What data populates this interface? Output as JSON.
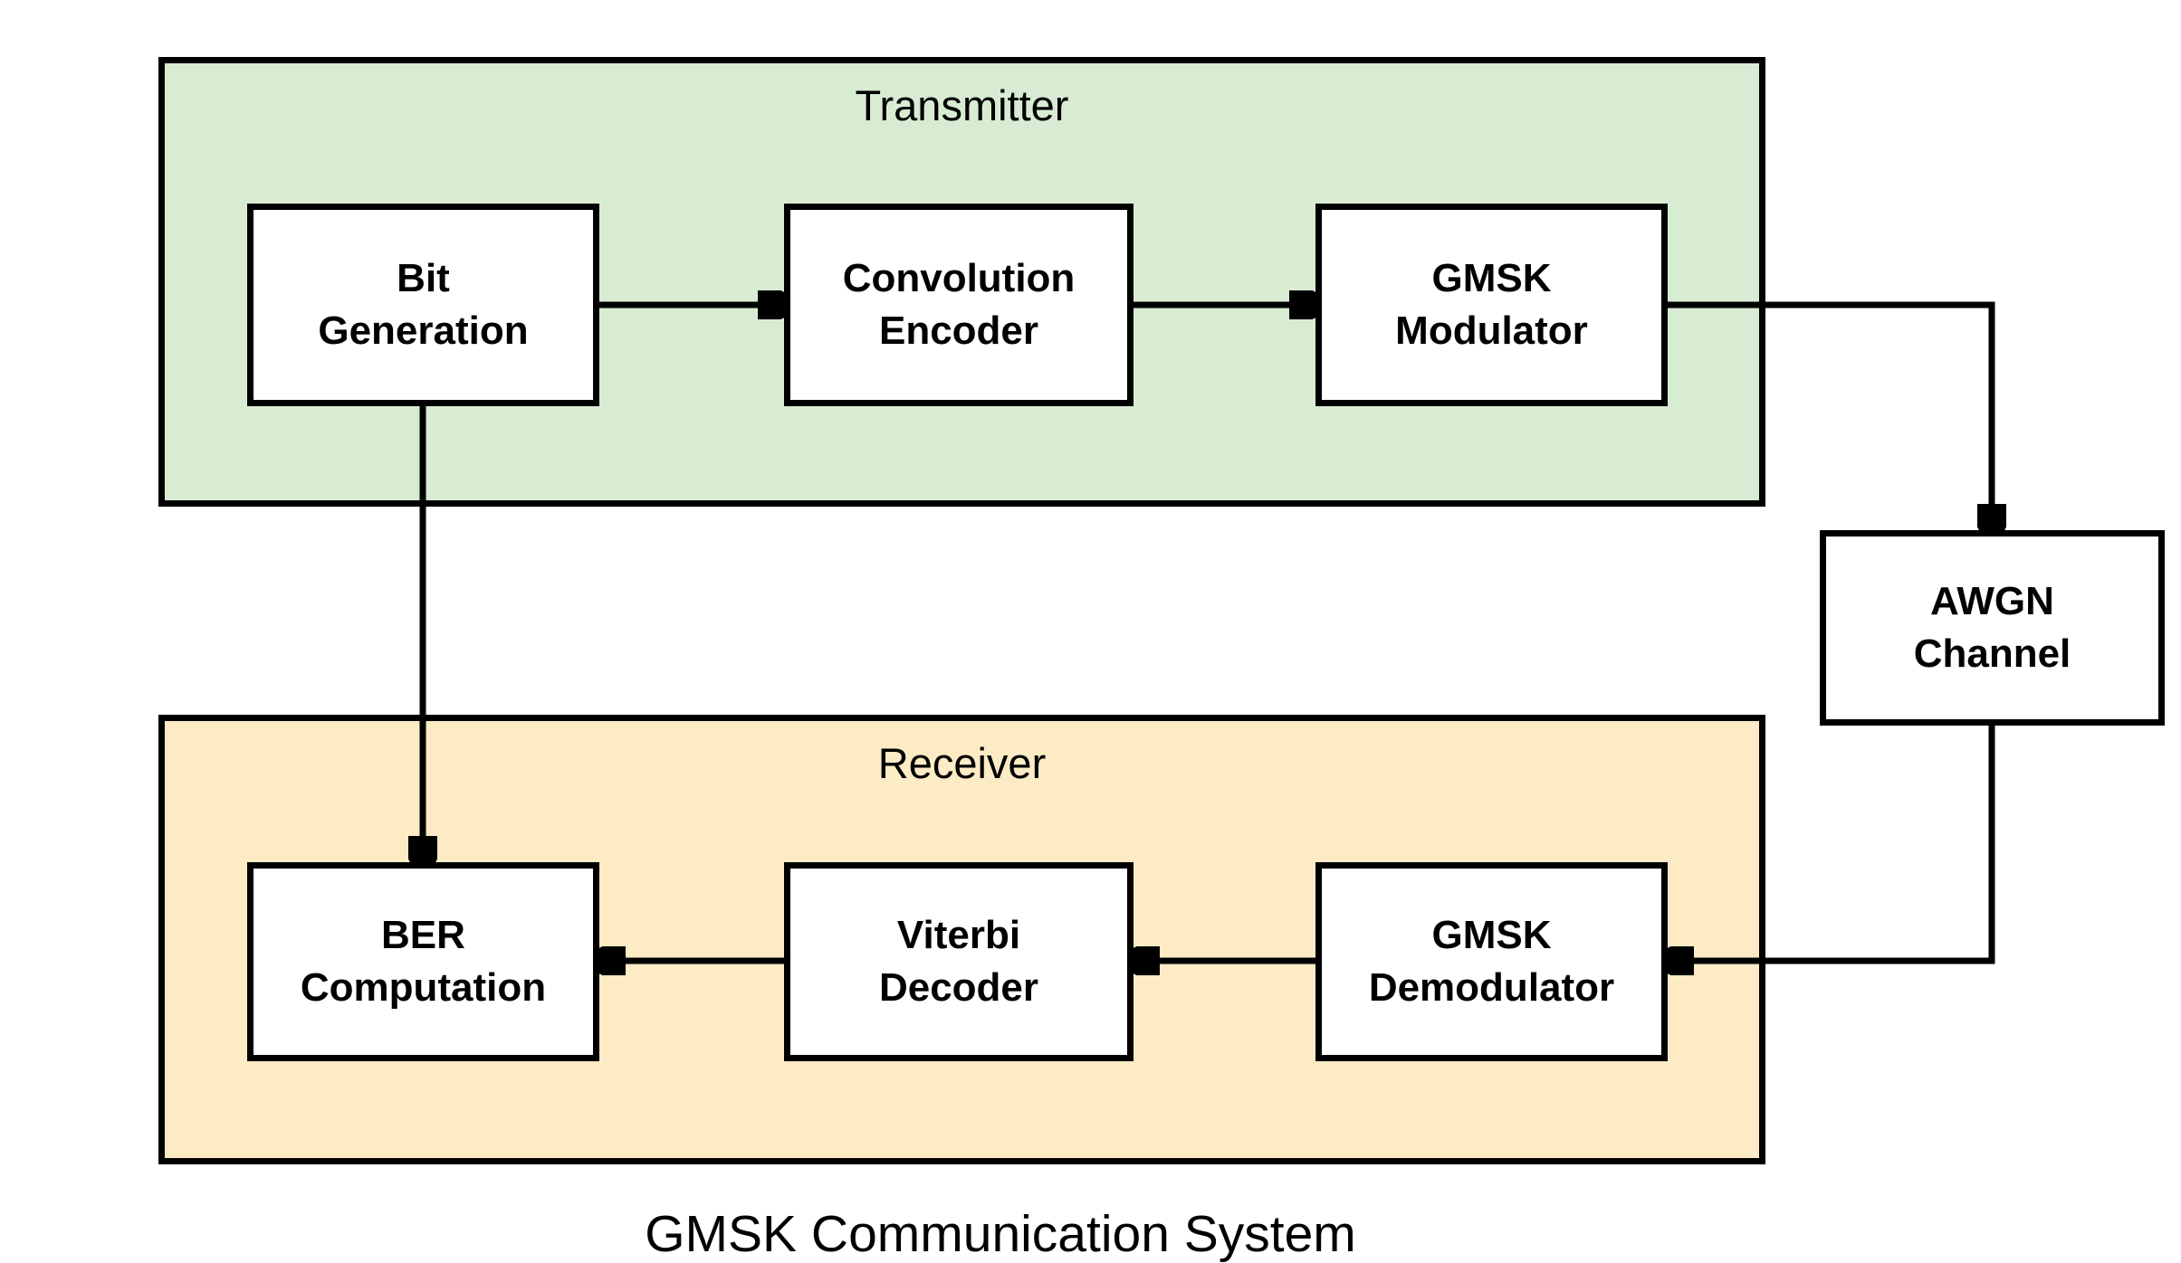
{
  "title": "GMSK Communication System",
  "colors": {
    "transmitter_bg": "#D8ECD4",
    "receiver_bg": "#FCEBC5",
    "block_bg": "#FFFFFF",
    "border": "#000000",
    "text": "#000000",
    "page_bg": "#FFFFFF"
  },
  "transmitter": {
    "label": "Transmitter",
    "blocks": [
      {
        "id": "bit-generation",
        "label": "Bit\nGeneration"
      },
      {
        "id": "convolution-encoder",
        "label": "Convolution\nEncoder"
      },
      {
        "id": "gmsk-modulator",
        "label": "GMSK\nModulator"
      }
    ]
  },
  "channel": {
    "id": "awgn-channel",
    "label": "AWGN\nChannel"
  },
  "receiver": {
    "label": "Receiver",
    "blocks": [
      {
        "id": "ber-computation",
        "label": "BER\nComputation"
      },
      {
        "id": "viterbi-decoder",
        "label": "Viterbi\nDecoder"
      },
      {
        "id": "gmsk-demodulator",
        "label": "GMSK\nDemodulator"
      }
    ]
  },
  "connections": [
    {
      "from": "bit-generation",
      "to": "convolution-encoder"
    },
    {
      "from": "convolution-encoder",
      "to": "gmsk-modulator"
    },
    {
      "from": "gmsk-modulator",
      "to": "awgn-channel"
    },
    {
      "from": "awgn-channel",
      "to": "gmsk-demodulator"
    },
    {
      "from": "gmsk-demodulator",
      "to": "viterbi-decoder"
    },
    {
      "from": "viterbi-decoder",
      "to": "ber-computation"
    },
    {
      "from": "bit-generation",
      "to": "ber-computation"
    }
  ]
}
